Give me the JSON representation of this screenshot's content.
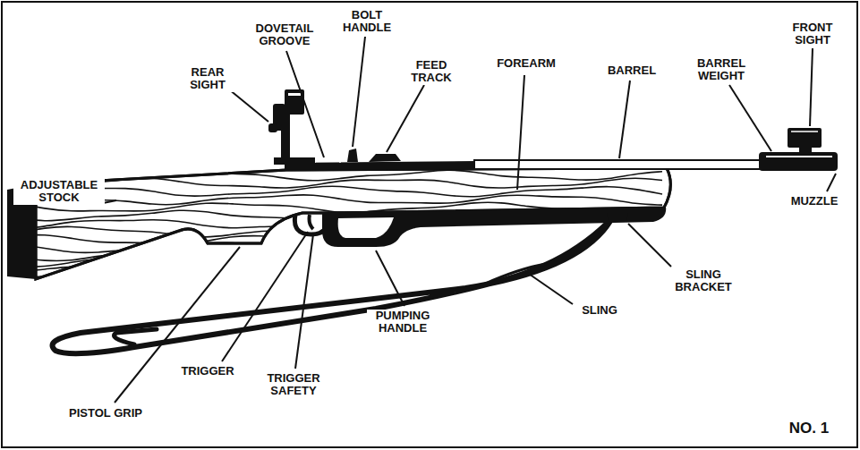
{
  "diagram": {
    "labels": [
      "ADJUSTABLE STOCK",
      "REAR SIGHT",
      "DOVETAIL GROOVE",
      "BOLT HANDLE",
      "FEED TRACK",
      "FOREARM",
      "BARREL",
      "BARREL WEIGHT",
      "FRONT SIGHT",
      "MUZZLE",
      "SLING BRACKET",
      "SLING",
      "PUMPING HANDLE",
      "TRIGGER",
      "TRIGGER SAFETY",
      "PISTOL GRIP",
      "NO. 1"
    ]
  }
}
